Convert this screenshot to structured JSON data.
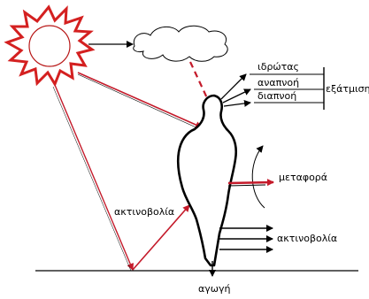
{
  "labels": {
    "sweating": "ιδρώτας",
    "breathing": "αναπνοή",
    "transpiration": "διαπνοή",
    "evaporation": "εξάτμιση",
    "convection": "μεταφορά",
    "radiation_out": "ακτινοβολία",
    "radiation_in": "ακτινοβολία",
    "conduction": "αγωγή"
  },
  "colors": {
    "sun_fill": "#ffffff",
    "sun_outline": "#d42020",
    "incoming_arrow": "#c41a2a",
    "outgoing_arrow": "#000000",
    "line": "#000000"
  }
}
